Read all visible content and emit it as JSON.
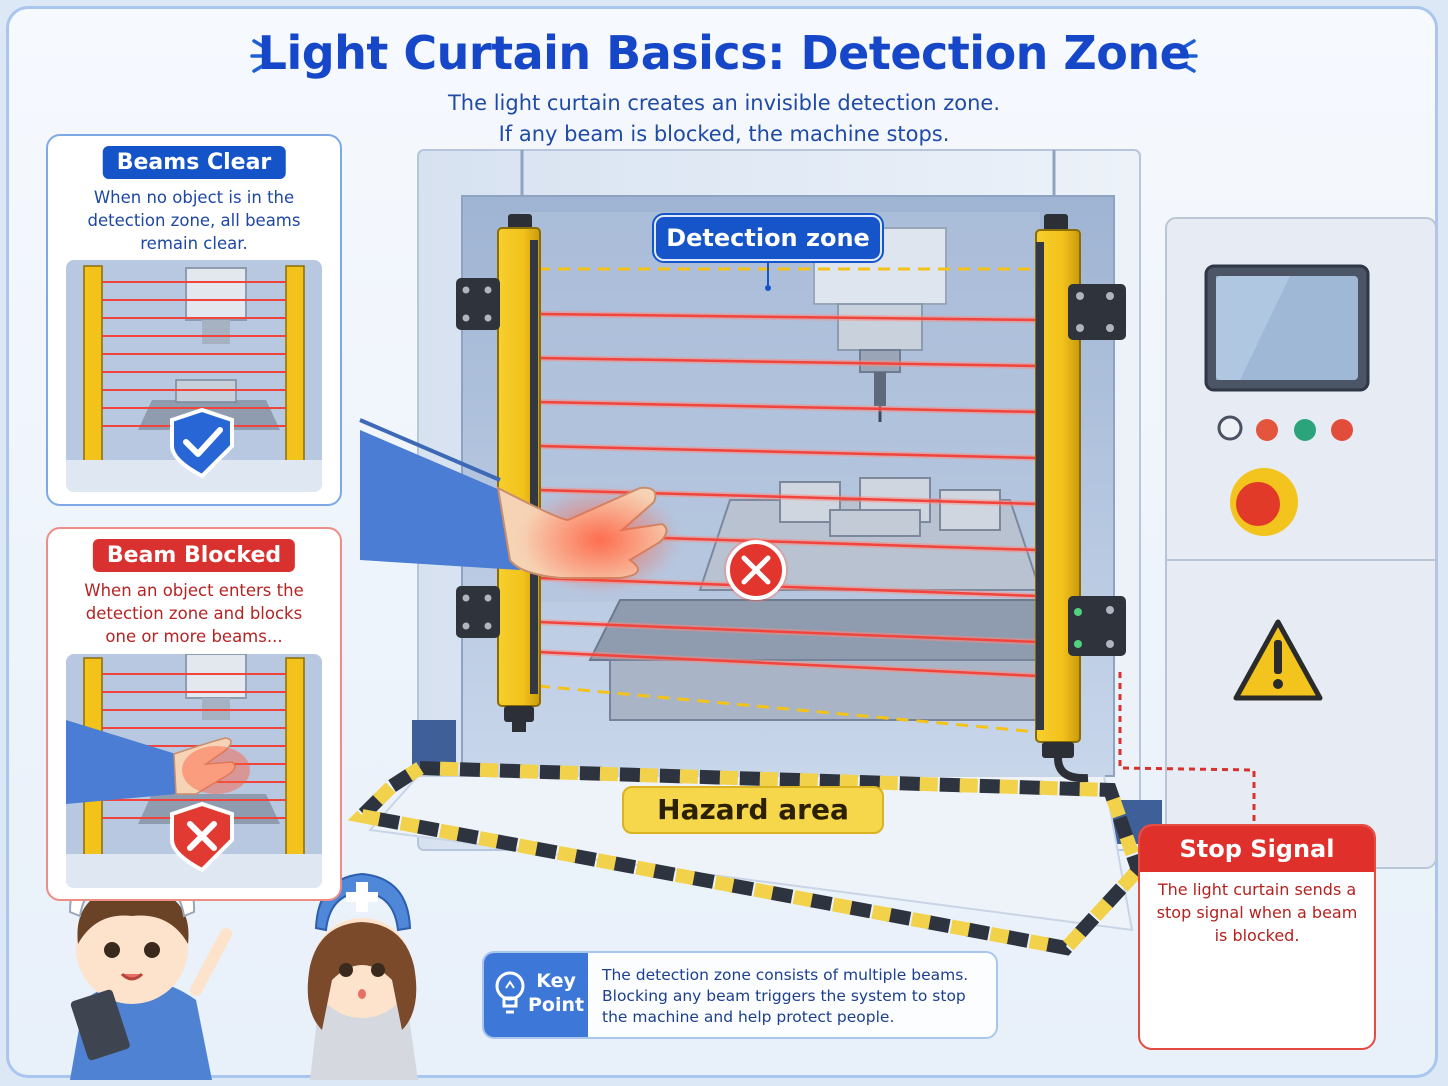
{
  "title": "Light Curtain Basics: Detection Zone",
  "subtitle": {
    "line1": "The light curtain creates an invisible detection zone.",
    "line2": "If any beam is blocked, the machine stops."
  },
  "beams_clear": {
    "label": "Beams Clear",
    "text_lines": [
      "When no object is in the",
      "detection zone, all beams",
      "remain clear."
    ],
    "icon": "shield-check-icon"
  },
  "beam_blocked": {
    "label": "Beam Blocked",
    "text_lines": [
      "When an object enters the",
      "detection zone and blocks",
      "one or more beams..."
    ],
    "icon": "shield-x-icon"
  },
  "labels": {
    "detection_zone": "Detection zone",
    "hazard_area": "Hazard area"
  },
  "stop_signal": {
    "label": "Stop Signal",
    "text_lines": [
      "The light curtain sends a",
      "stop signal when a beam",
      "is blocked."
    ],
    "icon": "beacon-light-icon"
  },
  "key_point": {
    "label_lines": [
      "Key",
      "Point"
    ],
    "text_lines": [
      "The detection zone consists of multiple beams.",
      "Blocking any beam triggers the system to stop",
      "the machine and help protect people."
    ],
    "icon": "lightbulb-icon"
  },
  "colors": {
    "title_blue": "#1547c8",
    "beam_red": "#f0443c",
    "curtain_yellow": "#f3c21b",
    "stop_red": "#e0302c",
    "hazard_yellow": "#f6d64a"
  }
}
